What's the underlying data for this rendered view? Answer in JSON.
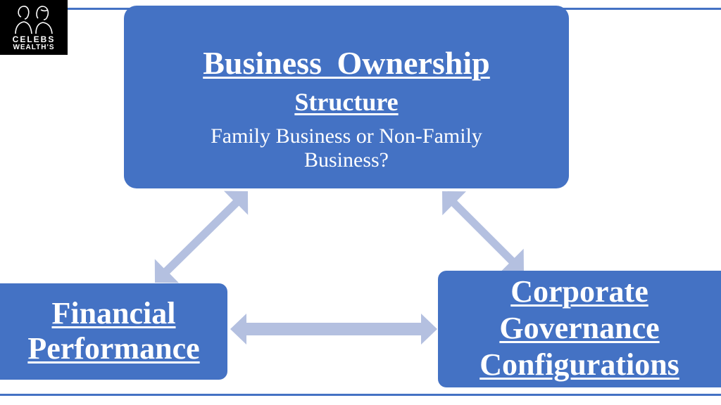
{
  "logo": {
    "line1": "CELEBS",
    "line2": "WEALTH'S"
  },
  "top_box": {
    "title_line1": "Business  Ownership",
    "title_line2": "Structure",
    "subtitle": "Family Business or Non-Family Business?"
  },
  "left_box": {
    "line1": "Financial",
    "line2": "Performance"
  },
  "right_box": {
    "line1": "Corporate",
    "line2": "Governance",
    "line3": "Configurations"
  },
  "colors": {
    "box": "#4472c4",
    "arrow": "#b4c0e0",
    "rule": "#4472c4"
  }
}
